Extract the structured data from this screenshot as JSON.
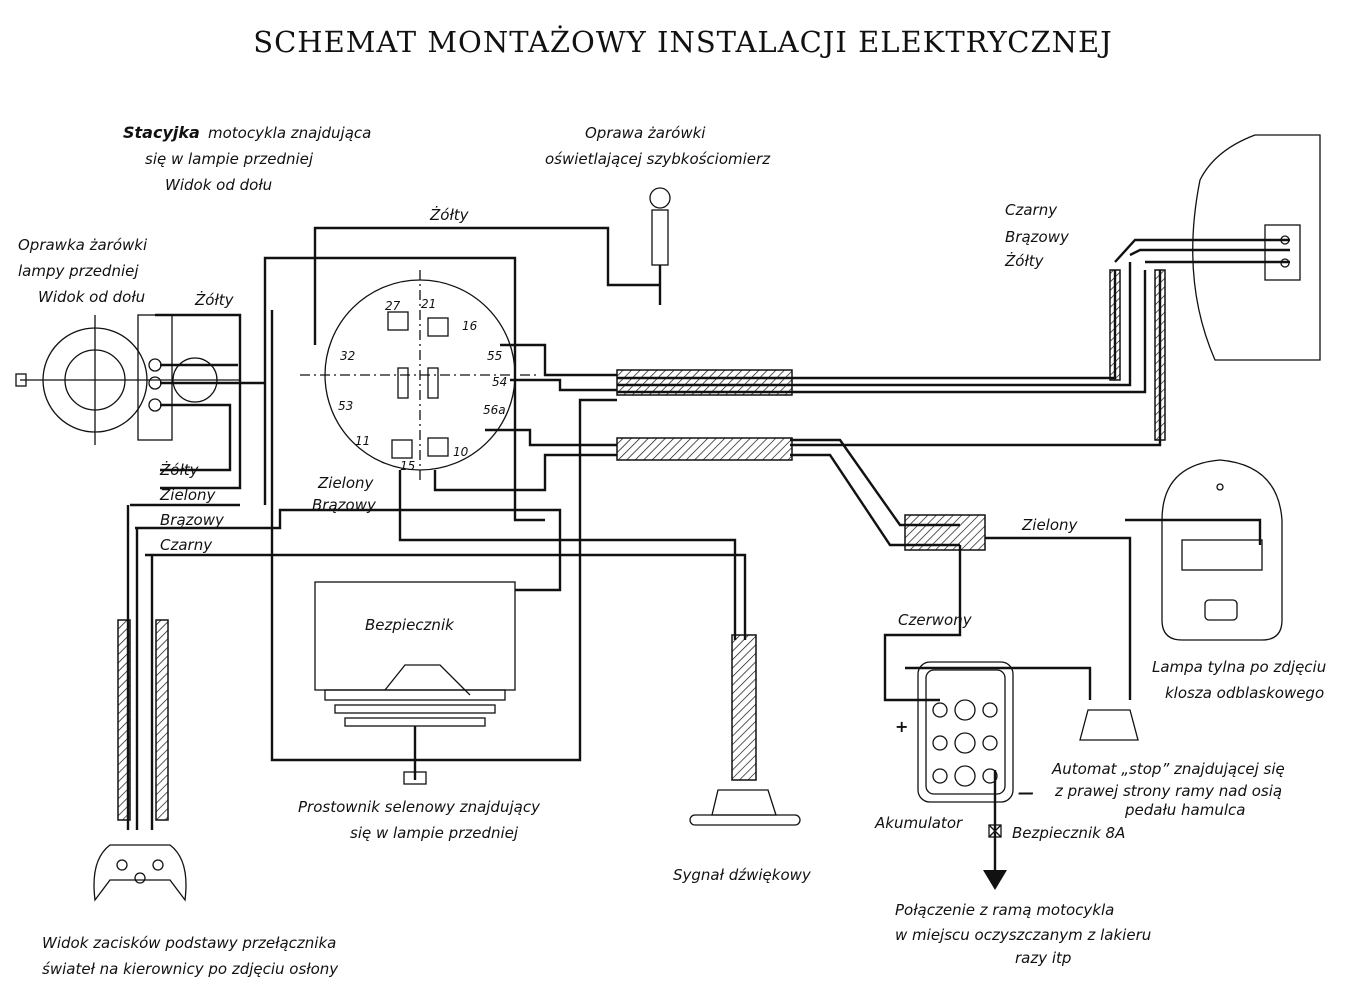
{
  "title": "SCHEMAT MONTAŻOWY INSTALACJI ELEKTRYCZNEJ",
  "labels": {
    "ignition_switch": [
      "Stacyjka",
      "motocykla znajdująca",
      "się w lampie przedniej",
      "Widok od dołu"
    ],
    "headlamp_socket": [
      "Oprawka żarówki",
      "lampy przedniej",
      "Widok od dołu"
    ],
    "speedo_bulb": [
      "Oprawa żarówki",
      "oświetlającej szybkościomierz"
    ],
    "rectifier": [
      "Prostownik selenowy znajdujący",
      "się w lampie przedniej"
    ],
    "fuse": "Bezpiecznik",
    "horn": "Sygnał dźwiękowy",
    "battery": "Akumulator",
    "fuse_8a": "Bezpiecznik 8A",
    "ground": [
      "Połączenie z ramą motocykla",
      "w miejscu oczyszczanym z lakieru",
      "razy itp"
    ],
    "stop_switch": [
      "Automat „stop” znajdującej się",
      "z prawej strony ramy nad osią",
      "pedału hamulca"
    ],
    "tail_lamp": [
      "Lampa tylna po zdjęciu",
      "klosza odblaskowego"
    ],
    "handlebar_switch": [
      "Widok zacisków podstawy przełącznika",
      "świateł na kierownicy po zdjęciu osłony"
    ],
    "plus": "+",
    "minus": "—"
  },
  "wires": {
    "zolty_top": "Żółty",
    "zolty_left": "Żółty",
    "zolty_low": "Żółty",
    "zielony_left": "Zielony",
    "brazowy_left": "Brązowy",
    "czarny_left": "Czarny",
    "zielony_switch": "Zielony",
    "brazowy_switch": "Brązowy",
    "czarny_right": "Czarny",
    "brazowy_right": "Brązowy",
    "zolty_right": "Żółty",
    "zielony_right": "Zielony",
    "czerwony": "Czerwony"
  },
  "terminals": [
    "27",
    "21",
    "16",
    "55",
    "54",
    "56a",
    "32",
    "53",
    "11",
    "15",
    "10"
  ]
}
